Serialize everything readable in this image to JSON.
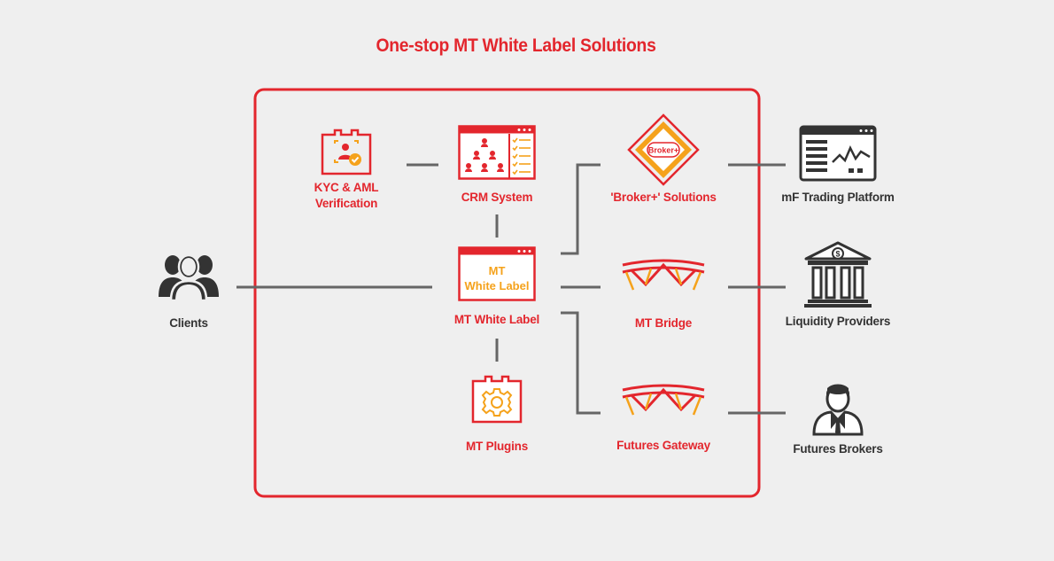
{
  "title": "One-stop MT White Label Solutions",
  "colors": {
    "accent": "#e3262d",
    "orange": "#f5a21b",
    "dark": "#333333",
    "line": "#666666",
    "background": "#efefef"
  },
  "nodes": {
    "kyc": {
      "line1": "KYC & AML",
      "line2": "Verification",
      "icon": "kyc-badge-icon"
    },
    "crm": {
      "label": "CRM System",
      "icon": "crm-org-chart-icon"
    },
    "broker": {
      "label": "'Broker+' Solutions",
      "icon": "broker-plus-diamond-icon",
      "icon_text": "Broker+"
    },
    "white_label": {
      "label": "MT White Label",
      "icon": "white-label-window-icon",
      "icon_line1": "MT",
      "icon_line2": "White Label"
    },
    "bridge": {
      "label": "MT Bridge",
      "icon": "bridge-icon"
    },
    "plugins": {
      "label": "MT Plugins",
      "icon": "plugin-gear-icon"
    },
    "futures_gateway": {
      "label": "Futures Gateway",
      "icon": "gateway-bridge-icon"
    },
    "clients": {
      "label": "Clients",
      "icon": "users-group-icon"
    },
    "trading_platform": {
      "label": "mF Trading Platform",
      "icon": "trading-chart-window-icon"
    },
    "liquidity": {
      "label": "Liquidity Providers",
      "icon": "bank-dollar-icon"
    },
    "futures_brokers": {
      "label": "Futures Brokers",
      "icon": "businessman-icon"
    }
  }
}
